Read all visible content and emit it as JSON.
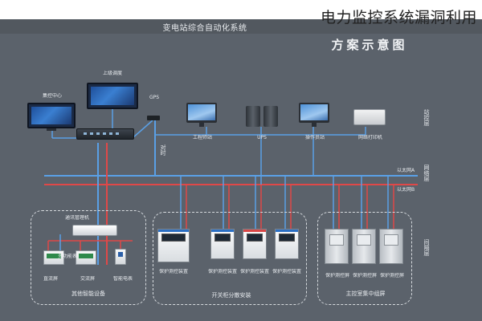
{
  "page_title": "电力监控系统漏洞利用",
  "diagram": {
    "system_title": "变电站综合自动化系统",
    "scheme_title": "方案示意图",
    "top_devices": {
      "control_center": "集控中心",
      "upper_network": "上级调度",
      "gps": "GPS",
      "network_switch": "通讯管理机"
    },
    "station_layer": {
      "label": "站控层",
      "workstations": [
        "工程师站",
        "UPS",
        "操作员站",
        "网络打印机"
      ]
    },
    "network_labels": {
      "line1": "以太网A",
      "line2": "以太网B"
    },
    "side_labels": {
      "station": "站控层",
      "network": "网络层",
      "bay": "间隔层"
    },
    "groups": [
      {
        "name": "其他智能设备",
        "gateway": "通讯管理机",
        "devices": [
          "直流屏",
          "多功能表",
          "交流屏",
          "智能电表"
        ]
      },
      {
        "name": "开关柜分散安装",
        "devices": [
          "保护测控装置",
          "保护测控装置",
          "保护测控装置",
          "保护测控装置"
        ]
      },
      {
        "name": "主控室集中组屏",
        "devices": [
          "保护测控屏",
          "保护测控屏",
          "保护测控屏"
        ]
      }
    ]
  }
}
